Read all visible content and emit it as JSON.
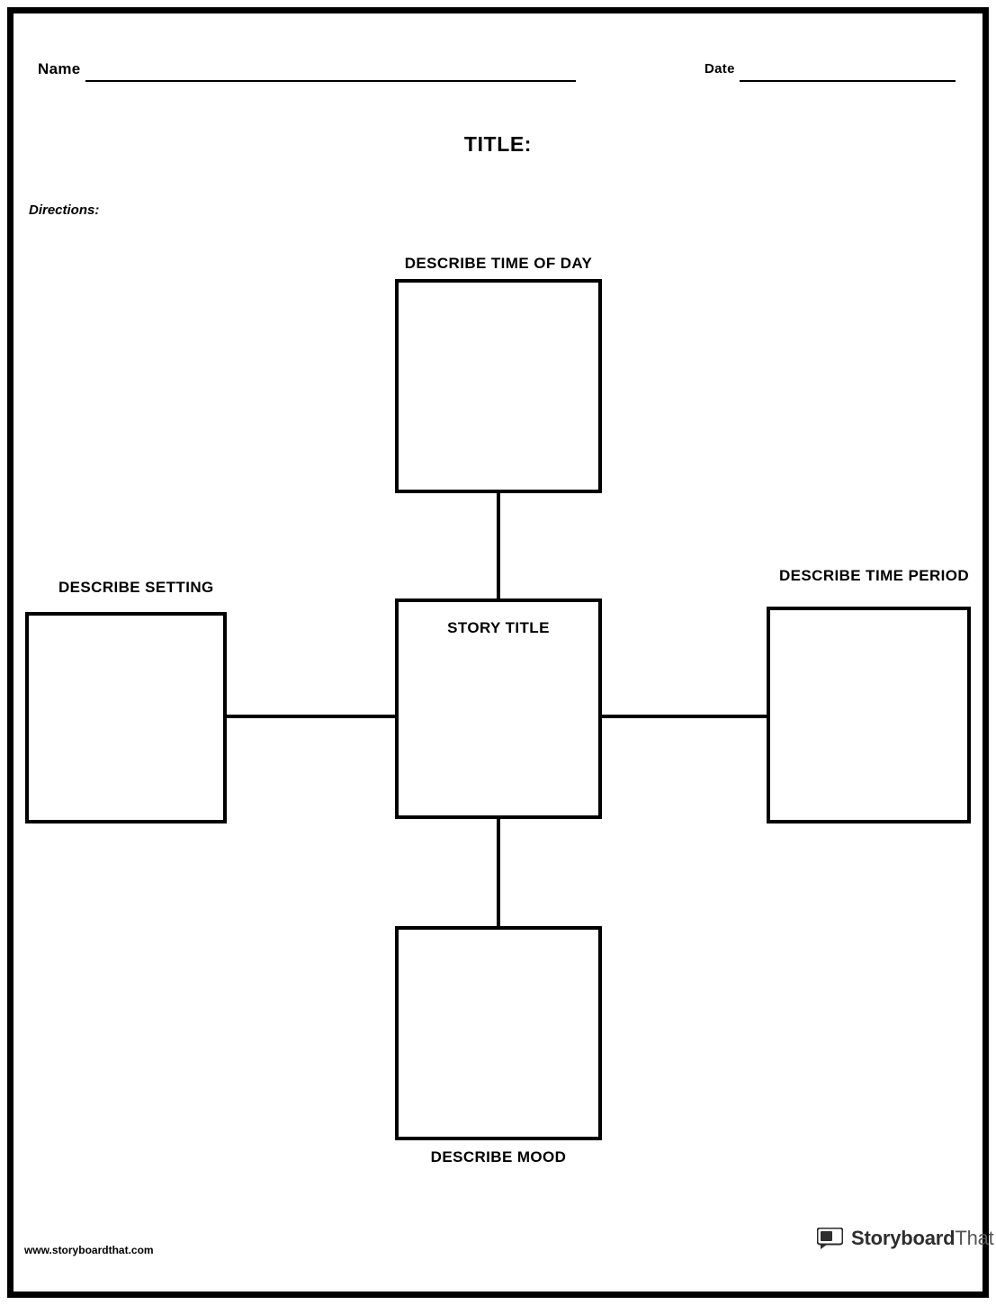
{
  "header": {
    "name_label": "Name",
    "date_label": "Date",
    "title_label": "TITLE:",
    "directions_label": "Directions:"
  },
  "diagram": {
    "top_label": "DESCRIBE TIME OF DAY",
    "center_label": "STORY TITLE",
    "left_label": "DESCRIBE SETTING",
    "right_label": "DESCRIBE TIME PERIOD",
    "bottom_label": "DESCRIBE MOOD"
  },
  "footer": {
    "url": "www.storyboardthat.com",
    "logo_bold": "Storyboard",
    "logo_light": "That"
  }
}
